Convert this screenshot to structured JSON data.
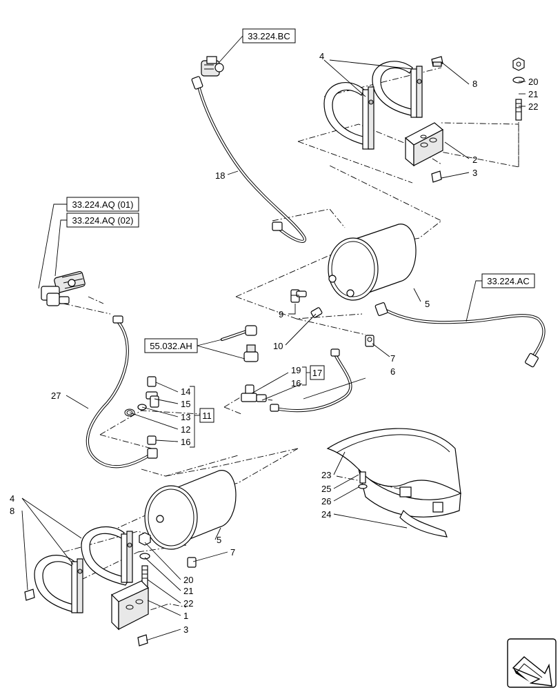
{
  "references": {
    "top_hose": "33.224.BC",
    "valve_1": "33.224.AQ (01)",
    "valve_2": "33.224.AQ (02)",
    "right_hose": "33.224.AC",
    "switch": "55.032.AH",
    "kit_11": "11",
    "kit_17": "17"
  },
  "labels": {
    "bracket_top_4": "4",
    "bolt_top_8": "8",
    "nut_top_20": "20",
    "washer_top_21": "21",
    "stud_top_22": "22",
    "support_top_2": "2",
    "bolt_top_3": "3",
    "hose_18": "18",
    "tank_top_5": "5",
    "elbow_9": "9",
    "fitting_10": "10",
    "drain_top_7": "7",
    "hose_6": "6",
    "tee_19": "19",
    "fitting_16b": "16",
    "adapter_14": "14",
    "elbow_15": "15",
    "nut_13": "13",
    "oring_12": "12",
    "fitting_16a": "16",
    "hose_27": "27",
    "guard_23": "23",
    "screw_25": "25",
    "washer_26": "26",
    "strap_24": "24",
    "bracket_bottom_4": "4",
    "bolt_bottom_8": "8",
    "tank_bottom_5": "5",
    "drain_bottom_7": "7",
    "nut_bottom_20": "20",
    "washer_bottom_21": "21",
    "stud_bottom_22": "22",
    "support_bottom_1": "1",
    "bolt_bottom_3": "3"
  },
  "icons": {
    "nav": "next-page-arrow-icon"
  }
}
